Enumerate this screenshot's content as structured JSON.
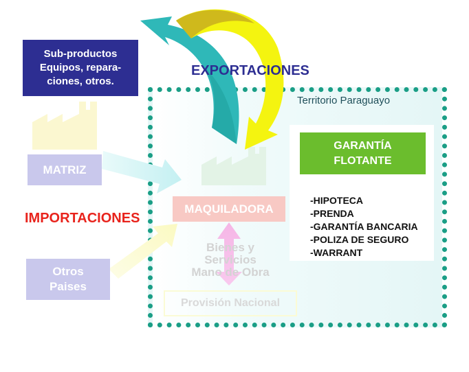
{
  "diagram": {
    "subproducts": {
      "lines": [
        "Sub-productos",
        "Equipos, repara-",
        "ciones, otros."
      ]
    },
    "exports_label": "EXPORTACIONES",
    "imports_label": "IMPORTACIONES",
    "territory_label": "Territorio Paraguayo",
    "matriz_label": "MATRIZ",
    "other_countries": {
      "lines": [
        "Otros",
        "Paises"
      ]
    },
    "maquiladora_label": "MAQUILADORA",
    "national_inputs": {
      "lines": [
        "Bienes y",
        "Servicios",
        "Mano de Obra"
      ]
    },
    "national_provision_label": "Provisión Nacional",
    "floating_guarantee": {
      "lines": [
        "GARANTÍA",
        "FLOTANTE"
      ]
    },
    "guarantees": [
      "-HIPOTECA",
      "-PRENDA",
      "-GARANTÍA BANCARIA",
      "-POLIZA DE SEGURO",
      "-WARRANT"
    ]
  },
  "colors": {
    "territory_border": "#1a9e86",
    "subproducts_box": "#2d2e92",
    "exports_text": "#2d2e92",
    "imports_text": "#e8231c",
    "origin_boxes": "#c9c8ec",
    "maquiladora_box": "#f8c9c4",
    "guarantee_box": "#6bbd2d",
    "teal_arrow": "#2fb8b8",
    "yellow_arrow": "#f4f410"
  },
  "icons": [
    "factory-icon-left",
    "factory-icon-center"
  ]
}
